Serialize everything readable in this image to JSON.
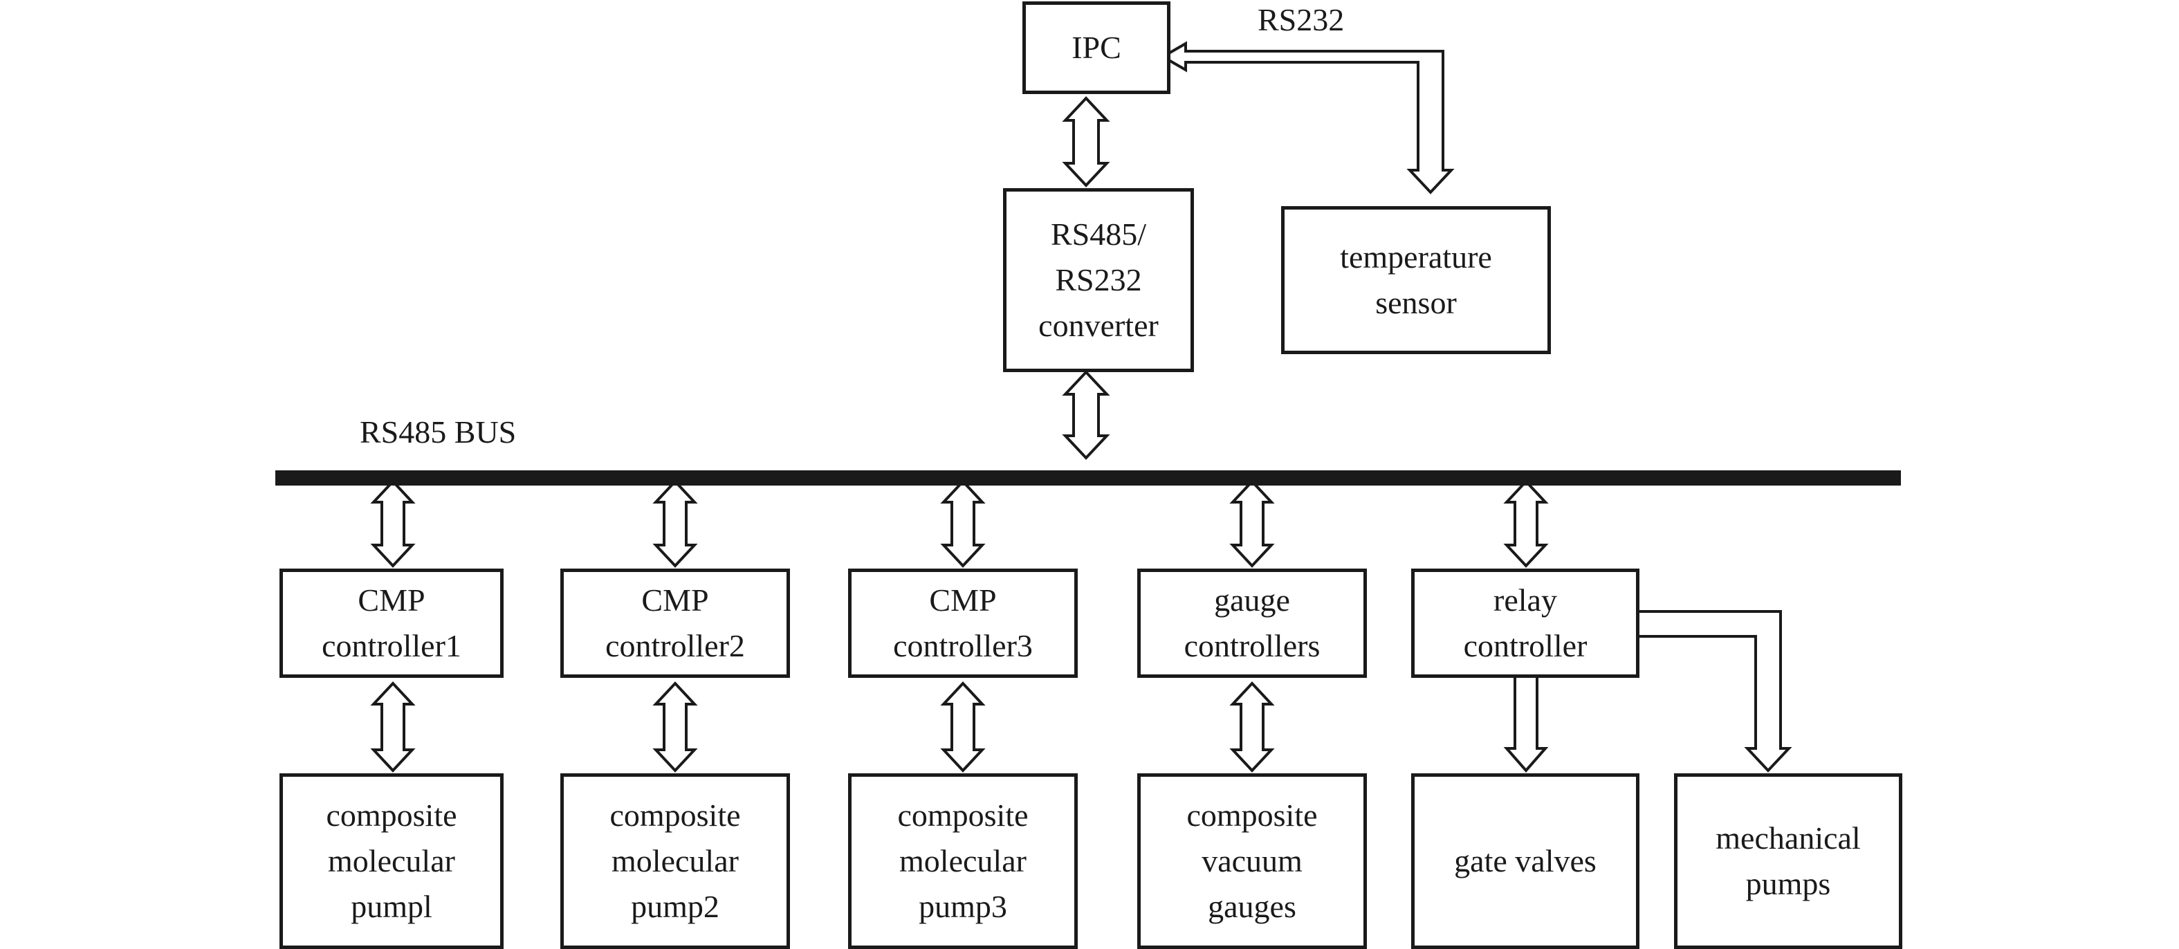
{
  "labels": {
    "rs232": "RS232",
    "rs485_bus": "RS485 BUS"
  },
  "ipc": {
    "line1": "IPC"
  },
  "converter": {
    "line1": "RS485/",
    "line2": "RS232",
    "line3": "converter"
  },
  "temperature_sensor": {
    "line1": "temperature",
    "line2": "sensor"
  },
  "controllers": [
    {
      "line1": "CMP",
      "line2": "controller1"
    },
    {
      "line1": "CMP",
      "line2": "controller2"
    },
    {
      "line1": "CMP",
      "line2": "controller3"
    },
    {
      "line1": "gauge",
      "line2": "controllers"
    },
    {
      "line1": "relay",
      "line2": "controller"
    }
  ],
  "devices": [
    {
      "line1": "composite",
      "line2": "molecular",
      "line3": "pumpl"
    },
    {
      "line1": "composite",
      "line2": "molecular",
      "line3": "pump2"
    },
    {
      "line1": "composite",
      "line2": "molecular",
      "line3": "pump3"
    },
    {
      "line1": "composite",
      "line2": "vacuum",
      "line3": "gauges"
    },
    {
      "line1": "gate valves"
    },
    {
      "line1": "mechanical",
      "line2": "pumps"
    }
  ]
}
